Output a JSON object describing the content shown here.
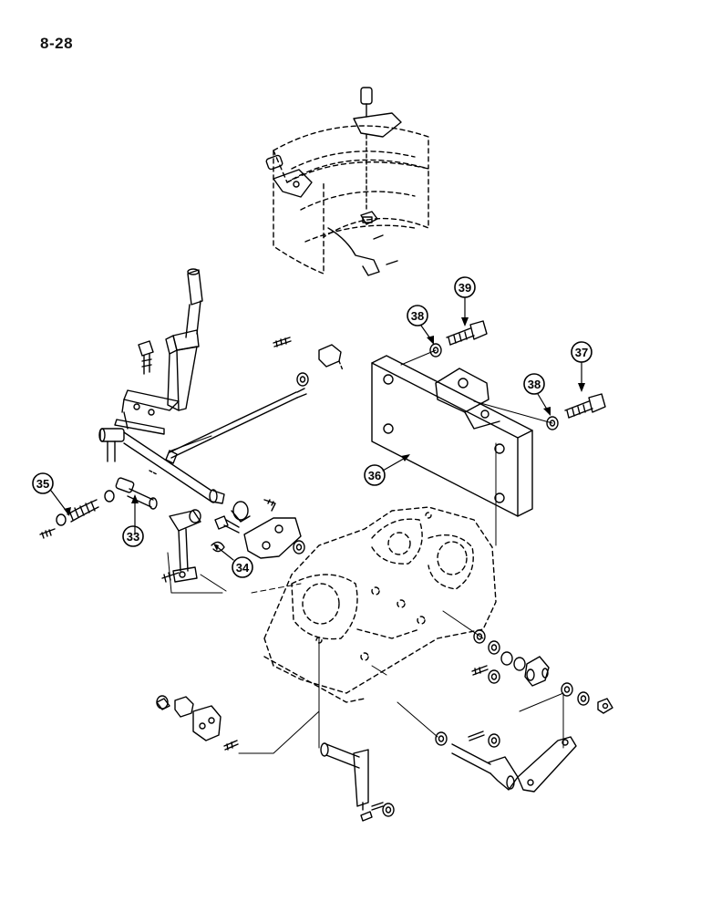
{
  "page": {
    "number": "8-28"
  },
  "callouts": [
    {
      "id": "c33",
      "label": "33"
    },
    {
      "id": "c34",
      "label": "34"
    },
    {
      "id": "c35",
      "label": "35"
    },
    {
      "id": "c36",
      "label": "36"
    },
    {
      "id": "c37",
      "label": "37"
    },
    {
      "id": "c38a",
      "label": "38"
    },
    {
      "id": "c38b",
      "label": "38"
    },
    {
      "id": "c39",
      "label": "39"
    }
  ],
  "colors": {
    "ink": "#000000",
    "paper": "#ffffff"
  }
}
